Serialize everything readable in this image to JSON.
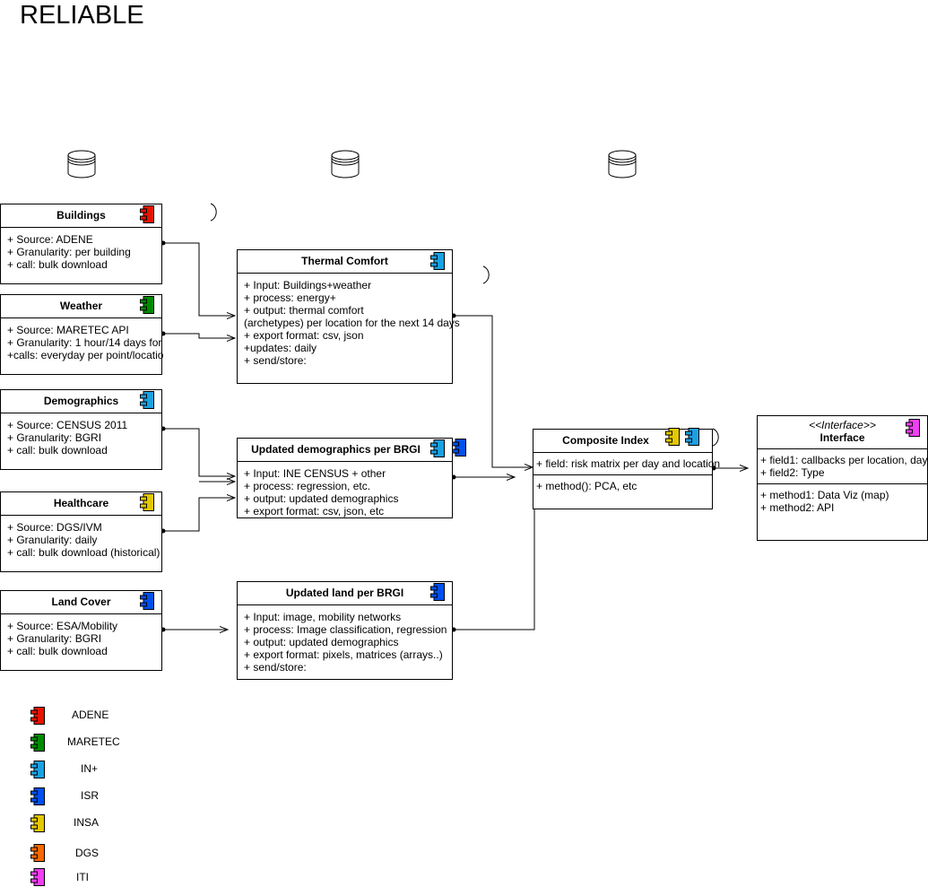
{
  "title": "RELIABLE",
  "colors": {
    "ADENE": "#e51400",
    "MARETEC": "#008a00",
    "IN+": "#1ba1e2",
    "ISR": "#0050ef",
    "INSA": "#e3c800",
    "DGS": "#fa6800",
    "ITI": "#f33ef6"
  },
  "sources": [
    {
      "name": "Buildings",
      "lines": [
        "+  Source: ADENE",
        "+ Granularity: per building",
        "+ call: bulk download"
      ],
      "icon": "ADENE"
    },
    {
      "name": "Weather",
      "lines": [
        "+  Source: MARETEC API",
        "+ Granularity: 1 hour/14 days for",
        "+calls: everyday per point/locatio"
      ],
      "icon": "MARETEC"
    },
    {
      "name": "Demographics",
      "lines": [
        "+  Source: CENSUS 2011",
        "+ Granularity: BGRI",
        "+ call: bulk download"
      ],
      "icon": "IN+"
    },
    {
      "name": "Healthcare",
      "lines": [
        "+  Source: DGS/IVM",
        "+ Granularity: daily",
        "+ call: bulk download (historical)"
      ],
      "icon": "INSA"
    },
    {
      "name": "Land Cover",
      "lines": [
        "+  Source: ESA/Mobility",
        "+ Granularity: BGRI",
        "+ call: bulk download"
      ],
      "icon": "ISR"
    }
  ],
  "processes": {
    "thermal": {
      "name": "Thermal Comfort",
      "lines": [
        "+  Input: Buildings+weather",
        "+ process: energy+",
        "+ output: thermal comfort",
        "(archetypes) per location for the next 14 days",
        "+ export format: csv, json",
        "+updates: daily",
        "+ send/store:"
      ]
    },
    "demographics": {
      "name": "Updated demographics per BRGI",
      "lines": [
        "+  Input: INE CENSUS + other",
        "+ process: regression, etc.",
        "+ output: updated demographics",
        "+ export format: csv, json, etc"
      ]
    },
    "land": {
      "name": "Updated land per BRGI",
      "lines": [
        "+  Input: image, mobility networks",
        "+ process: Image classification, regression",
        "+ output: updated demographics",
        "+ export format: pixels, matrices (arrays..)",
        "+ send/store:"
      ]
    }
  },
  "composite": {
    "name": "Composite Index",
    "field": "+ field: risk matrix per day and location",
    "method": "+ method(): PCA, etc"
  },
  "interface": {
    "stereotype": "<<Interface>>",
    "name": "Interface",
    "fields": [
      "+ field1: callbacks per location, day",
      "+ field2: Type"
    ],
    "methods": [
      "+ method1: Data Viz (map)",
      "+ method2: API"
    ]
  },
  "legend": [
    {
      "label": "ADENE",
      "color_key": "ADENE"
    },
    {
      "label": "MARETEC",
      "color_key": "MARETEC"
    },
    {
      "label": "IN+",
      "color_key": "IN+"
    },
    {
      "label": "ISR",
      "color_key": "ISR"
    },
    {
      "label": "INSA",
      "color_key": "INSA"
    },
    {
      "label": "DGS",
      "color_key": "DGS"
    },
    {
      "label": "ITI",
      "color_key": "ITI"
    }
  ]
}
